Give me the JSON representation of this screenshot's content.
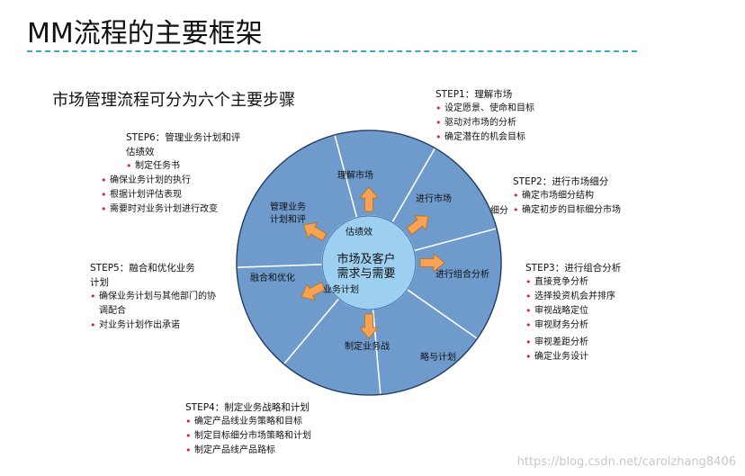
{
  "header": {
    "title": "MM流程的主要框架",
    "subtitle": "市场管理流程可分为六个主要步骤"
  },
  "diagram": {
    "center": {
      "line1": "市场及客户",
      "line2": "需求与需要"
    },
    "segments": [
      {
        "label_lines": [
          "理解市场"
        ]
      },
      {
        "label_lines": [
          "进行市场"
        ]
      },
      {
        "label_lines": [
          "进行组合分析"
        ]
      },
      {
        "label_lines": [
          "略与计划"
        ]
      },
      {
        "label_lines": [
          "制定业务战"
        ]
      },
      {
        "label_lines": [
          "融合和优化"
        ]
      },
      {
        "label_lines": [
          "管理业务",
          "计划和评"
        ]
      }
    ],
    "overflow_labels": {
      "fine_seg": "细分",
      "estimate": "估绩效",
      "business_plan": "业务计划"
    },
    "colors": {
      "segment": "#6e9bcc",
      "segment_stroke": "#ffffff",
      "outline": "#1f3d66",
      "center": "#9dcff0",
      "arrow": "#f6a356",
      "arrow_stroke": "#c06a14"
    }
  },
  "steps": {
    "step1": {
      "title": "STEP1：理解市场",
      "items": [
        "设定愿景、使命和目标",
        "驱动对市场的分析",
        "确定潜在的机会目标"
      ]
    },
    "step2": {
      "title": "STEP2：进行市场细分",
      "items": [
        "确定市场细分结构",
        "确定初步的目标细分市场"
      ]
    },
    "step3": {
      "title": "STEP3：进行组合分析",
      "items": [
        "直接竞争分析",
        "选择投资机会并排序",
        "审视战略定位",
        "审视财务分析",
        "审视差距分析",
        "确定业务设计"
      ]
    },
    "step4": {
      "title": "STEP4：制定业务战略和计划",
      "items": [
        "确定产品线业务策略和目标",
        "制定目标细分市场策略和计划",
        "制定产品线产品路标"
      ]
    },
    "step5": {
      "title_line1": "STEP5：融合和优化业务",
      "title_line2": "计划",
      "items": [
        "确保业务计划与其他部门的协调配合",
        "对业务计划作出承诺"
      ]
    },
    "step6": {
      "title_line1": "STEP6：管理业务计划和评",
      "title_line2": "估绩效",
      "items": [
        "制定任务书",
        "确保业务计划的执行",
        "根据计划评估表现",
        "需要时对业务计划进行改变"
      ]
    }
  },
  "watermark": "https://blog.csdn.net/carolzhang8406"
}
